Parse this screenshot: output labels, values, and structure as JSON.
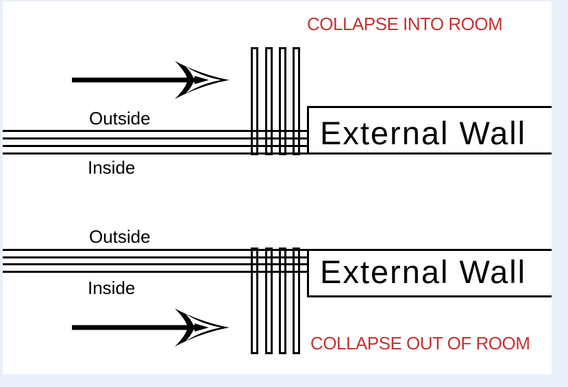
{
  "page": {
    "background_color": "#ffffff",
    "frame_color": "#e9f0fa"
  },
  "colors": {
    "collapse_text_red": "#c93030",
    "diagram_ink": "#000000"
  },
  "icons": {
    "direction_arrow": "right-arrow-icon"
  },
  "top_diagram": {
    "collapse_label": "COLLAPSE INTO ROOM",
    "outside_label": "Outside",
    "inside_label": "Inside",
    "wall_label": "External Wall"
  },
  "bottom_diagram": {
    "collapse_label": "COLLAPSE OUT OF ROOM",
    "outside_label": "Outside",
    "inside_label": "Inside",
    "wall_label": "External Wall"
  }
}
